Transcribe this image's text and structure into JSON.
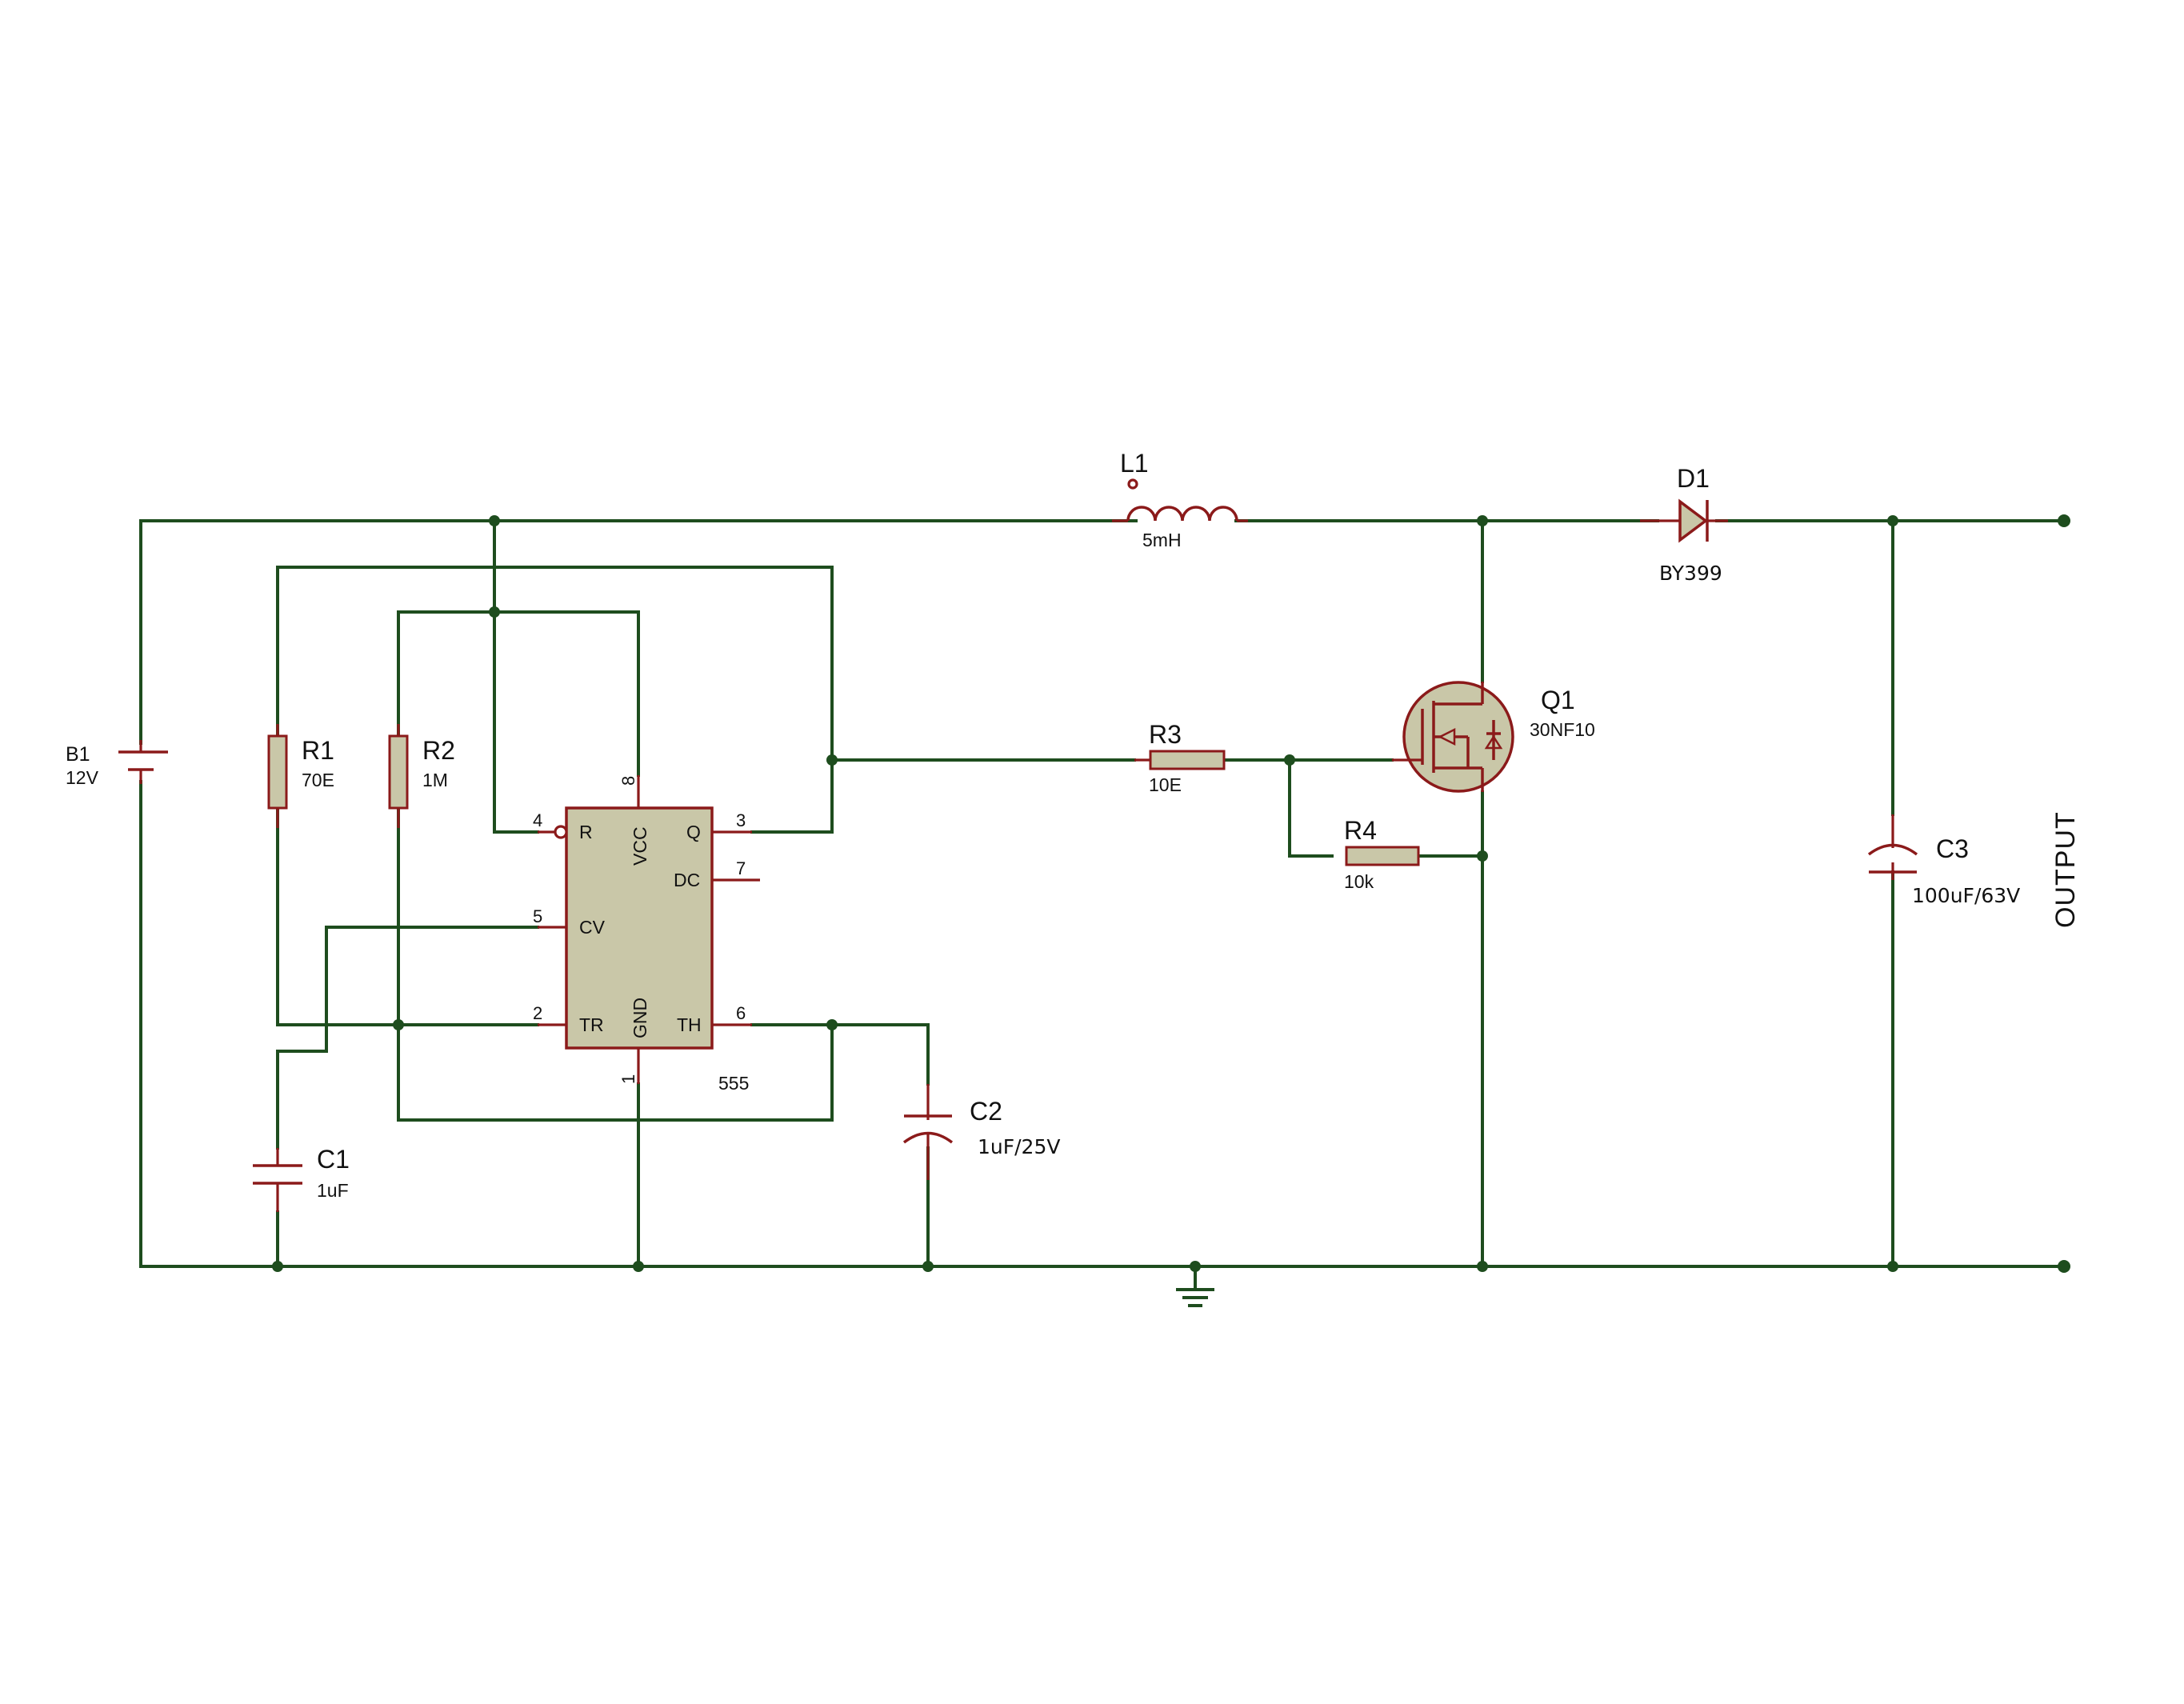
{
  "components": {
    "b1": {
      "ref": "B1",
      "value": "12V"
    },
    "r1": {
      "ref": "R1",
      "value": "70E"
    },
    "r2": {
      "ref": "R2",
      "value": "1M"
    },
    "r3": {
      "ref": "R3",
      "value": "10E"
    },
    "r4": {
      "ref": "R4",
      "value": "10k"
    },
    "c1": {
      "ref": "C1",
      "value": "1uF"
    },
    "c2": {
      "ref": "C2",
      "value": "1uF/25V"
    },
    "c3": {
      "ref": "C3",
      "value": "100uF/63V"
    },
    "l1": {
      "ref": "L1",
      "value": "5mH"
    },
    "d1": {
      "ref": "D1",
      "value": "BY399"
    },
    "q1": {
      "ref": "Q1",
      "value": "30NF10"
    },
    "u1": {
      "value": "555",
      "pins": {
        "reset": {
          "num": "4",
          "name": "R"
        },
        "vcc": {
          "num": "8",
          "name": "VCC"
        },
        "q": {
          "num": "3",
          "name": "Q"
        },
        "dc": {
          "num": "7",
          "name": "DC"
        },
        "cv": {
          "num": "5",
          "name": "CV"
        },
        "tr": {
          "num": "2",
          "name": "TR"
        },
        "gnd": {
          "num": "1",
          "name": "GND"
        },
        "th": {
          "num": "6",
          "name": "TH"
        }
      }
    }
  },
  "output_label": "OUTPUT",
  "colors": {
    "wire": "#1e4d1e",
    "symbol": "#8b1a1a",
    "body_fill": "#c9c7a8"
  }
}
